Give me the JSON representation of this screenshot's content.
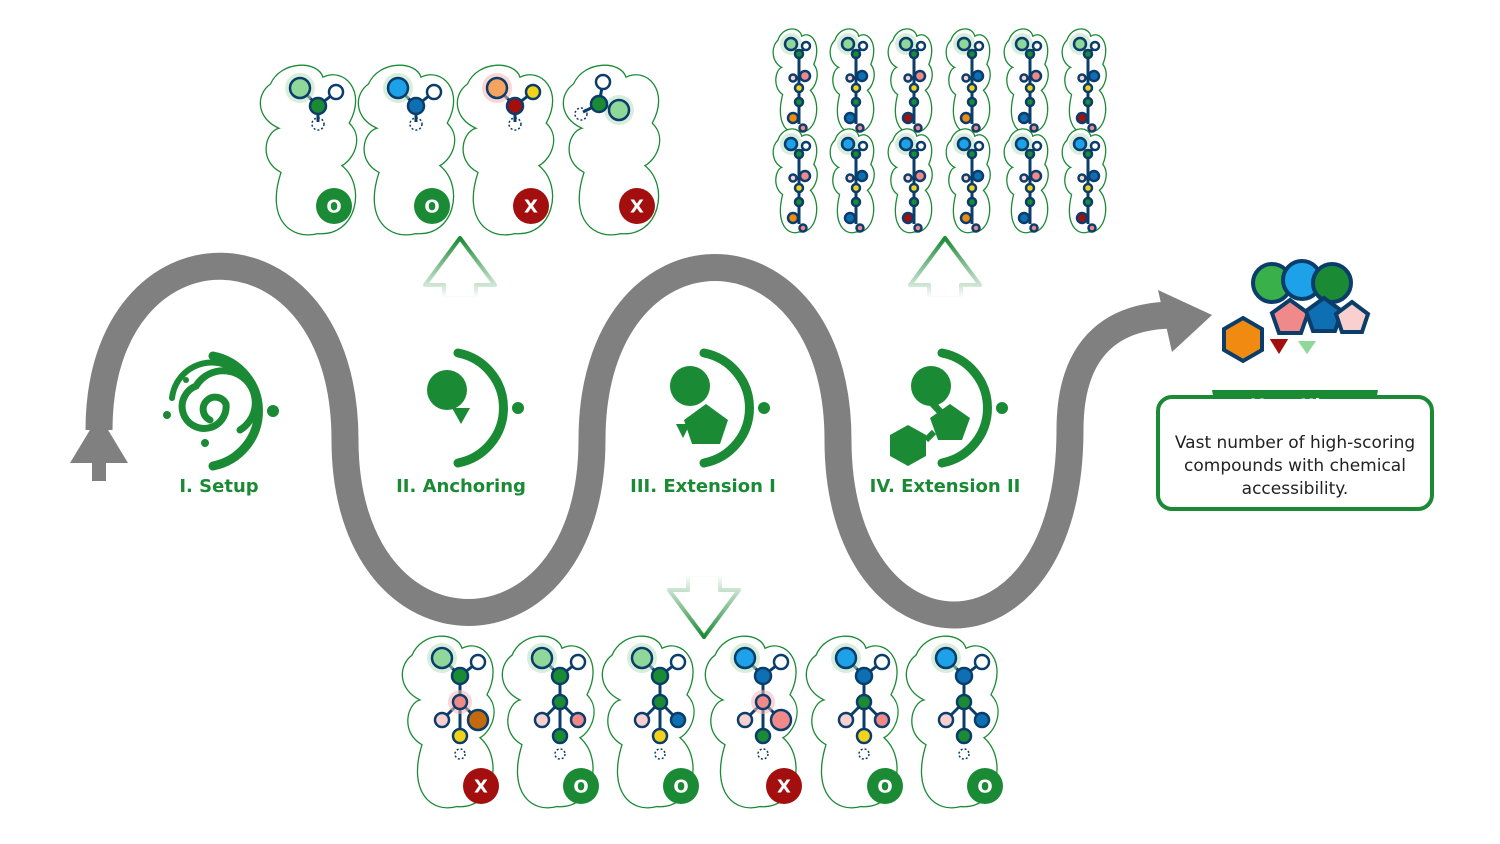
{
  "stages": [
    {
      "label": "I. Setup",
      "icon": "setup-spiral-icon"
    },
    {
      "label": "II. Anchoring",
      "icon": "anchor-circle-icon"
    },
    {
      "label": "III. Extension I",
      "icon": "circle-pentagon-icon"
    },
    {
      "label": "IV. Extension II",
      "icon": "circle-pentagon-hexagon-icon"
    }
  ],
  "anchoring_results": [
    "O",
    "O",
    "X",
    "X"
  ],
  "extension1_results": [
    "X",
    "O",
    "O",
    "X",
    "O",
    "O"
  ],
  "hits": {
    "title": "Your Hits",
    "description": "Vast number of high-scoring compounds with chemical accessibility."
  },
  "colors": {
    "primary_green": "#1a8a35",
    "flow_gray": "#808080",
    "reject_red": "#a30f0f",
    "accept_green": "#1a8a35"
  }
}
